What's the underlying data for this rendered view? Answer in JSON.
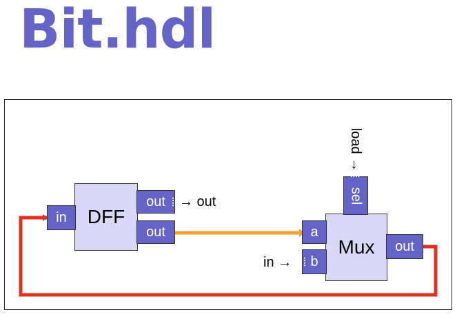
{
  "title": "Bit.hdl",
  "dff": {
    "name": "DFF",
    "in": "in",
    "out1": "out",
    "out2": "out"
  },
  "mux": {
    "name": "Mux",
    "a": "a",
    "b": "b",
    "sel": "sel",
    "out": "out"
  },
  "labels": {
    "out_ext": "→ out",
    "in_ext": "in →",
    "load_ext": "load →"
  },
  "colors": {
    "feedback_wire": "#e03020",
    "data_wire": "#f0a030",
    "pin": "#6464c8",
    "chip": "#d8d8f6"
  }
}
